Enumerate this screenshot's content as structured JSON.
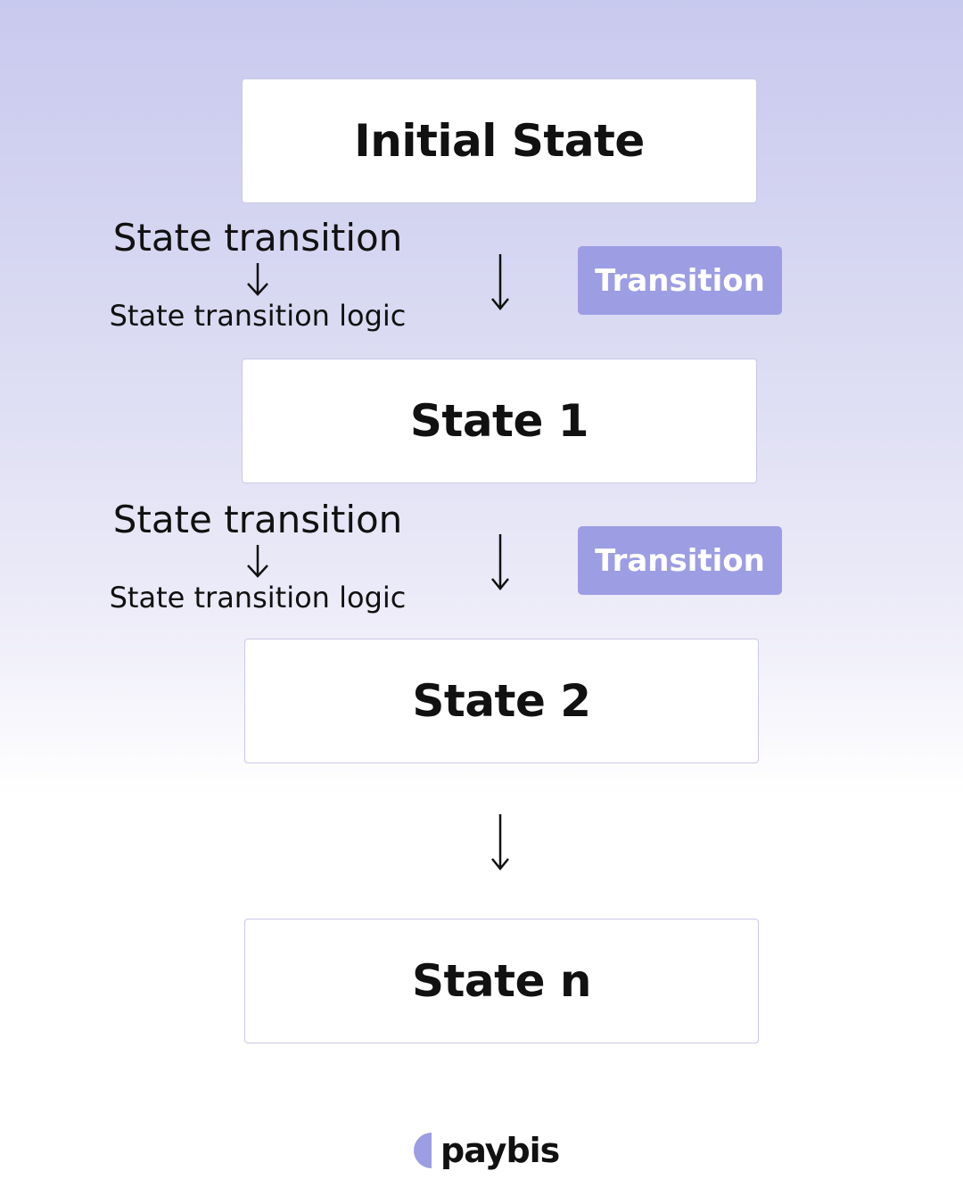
{
  "states": [
    {
      "label": "Initial State"
    },
    {
      "label": "State 1"
    },
    {
      "label": "State 2"
    },
    {
      "label": "State n"
    }
  ],
  "transitions": [
    {
      "title": "State transition",
      "logic": "State transition logic",
      "button_label": "Transition"
    },
    {
      "title": "State transition",
      "logic": "State transition logic",
      "button_label": "Transition"
    }
  ],
  "brand": {
    "name": "paybis",
    "mark_color": "#9c9de3"
  },
  "colors": {
    "button_bg": "#9c9de3",
    "box_border": "#c9c8e6"
  }
}
